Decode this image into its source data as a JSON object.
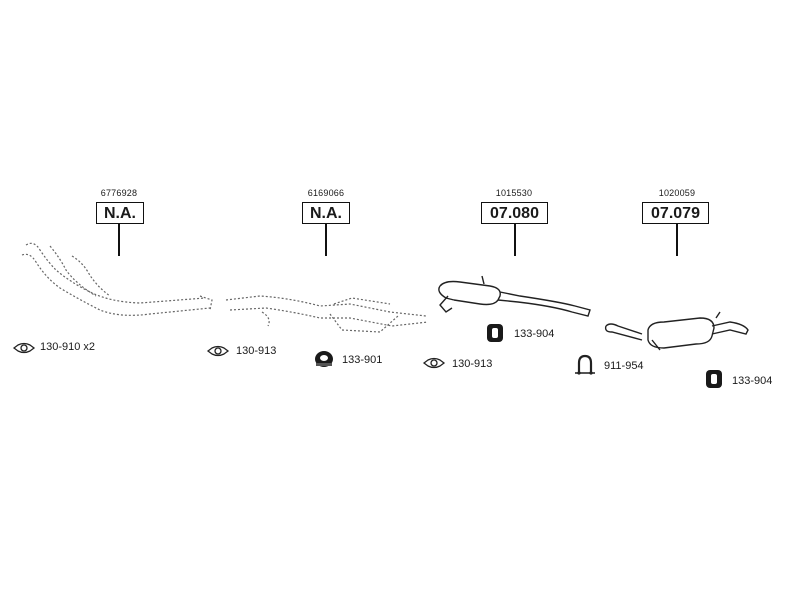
{
  "parts": [
    {
      "id": "p1",
      "part_number": "6776928",
      "code": "N.A."
    },
    {
      "id": "p2",
      "part_number": "6169066",
      "code": "N.A."
    },
    {
      "id": "p3",
      "part_number": "1015530",
      "code": "07.080"
    },
    {
      "id": "p4",
      "part_number": "1020059",
      "code": "07.079"
    }
  ],
  "accessories": [
    {
      "id": "a1",
      "icon": "gasket-icon",
      "label": "130-910 x2"
    },
    {
      "id": "a2",
      "icon": "gasket-icon",
      "label": "130-913"
    },
    {
      "id": "a3",
      "icon": "rubber-mount-icon",
      "label": "133-901"
    },
    {
      "id": "a4",
      "icon": "gasket-icon",
      "label": "130-913"
    },
    {
      "id": "a5",
      "icon": "rubber-hanger-icon",
      "label": "133-904"
    },
    {
      "id": "a6",
      "icon": "clamp-icon",
      "label": "911-954"
    },
    {
      "id": "a7",
      "icon": "rubber-hanger-icon",
      "label": "133-904"
    }
  ]
}
